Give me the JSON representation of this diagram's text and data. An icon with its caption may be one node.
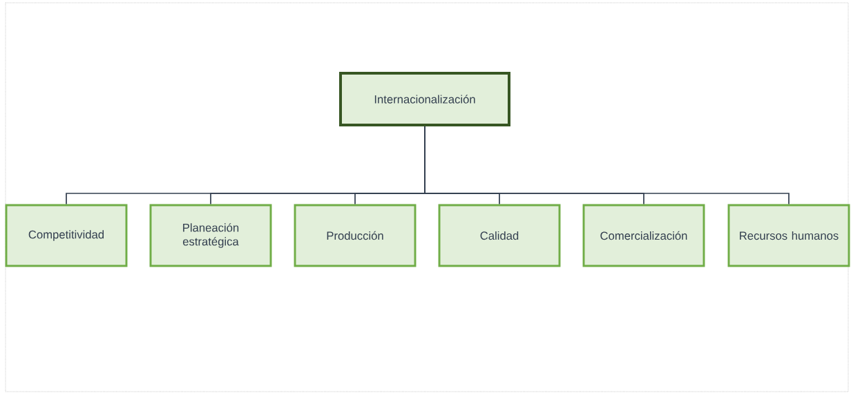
{
  "diagram": {
    "nodes": [
      {
        "text": [
          "Internacionalización"
        ]
      },
      {
        "text": [
          "Competitividad"
        ]
      },
      {
        "text": [
          "Planeación estratégica"
        ]
      },
      {
        "text": [
          "Producción"
        ]
      },
      {
        "text": [
          "Calidad"
        ]
      },
      {
        "text": [
          "Comercialización"
        ]
      },
      {
        "text": [
          "Recursos humanos"
        ]
      }
    ],
    "edges": [
      {
        "from": 0,
        "to": 1,
        "arrow": "none"
      },
      {
        "from": 0,
        "to": 2,
        "arrow": "none"
      },
      {
        "from": 0,
        "to": 3,
        "arrow": "none"
      },
      {
        "from": 0,
        "to": 4,
        "arrow": "none"
      },
      {
        "from": 0,
        "to": 5,
        "arrow": "none"
      },
      {
        "from": 0,
        "to": 6,
        "arrow": "none"
      }
    ]
  }
}
